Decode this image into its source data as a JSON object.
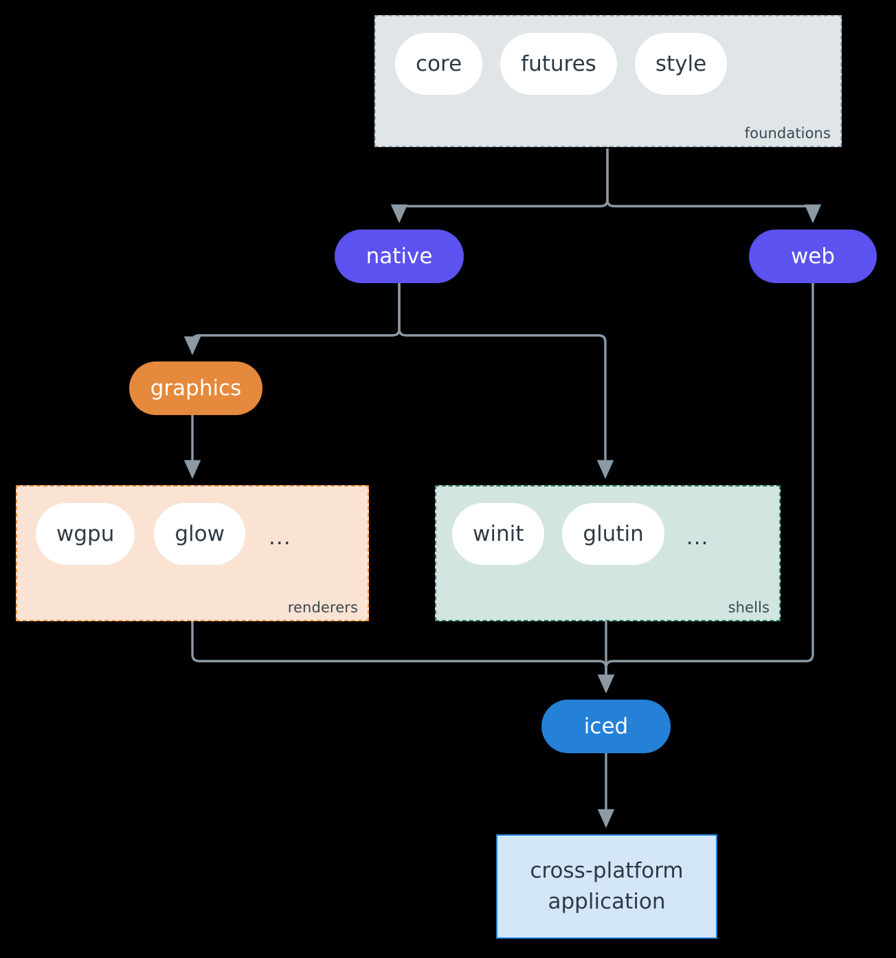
{
  "diagram": {
    "type": "architecture-flowchart",
    "background": "#000000",
    "edge_color": "#8c9aa6",
    "text_dark": "#2d3a45",
    "text_light": "#ffffff"
  },
  "groups": {
    "foundations": {
      "label": "foundations",
      "fill": "#e0e5e8",
      "border": "#9fb0bb",
      "items": [
        {
          "label": "core"
        },
        {
          "label": "futures"
        },
        {
          "label": "style"
        }
      ]
    },
    "renderers": {
      "label": "renderers",
      "fill": "#fae3d3",
      "border": "#ef8f3c",
      "items": [
        {
          "label": "wgpu"
        },
        {
          "label": "glow"
        }
      ],
      "ellipsis": "..."
    },
    "shells": {
      "label": "shells",
      "fill": "#d3e5e0",
      "border": "#2e8070",
      "items": [
        {
          "label": "winit"
        },
        {
          "label": "glutin"
        }
      ],
      "ellipsis": "..."
    }
  },
  "nodes": {
    "native": {
      "label": "native",
      "fill": "#5b52f0"
    },
    "web": {
      "label": "web",
      "fill": "#5b52f0"
    },
    "graphics": {
      "label": "graphics",
      "fill": "#e5893c"
    },
    "iced": {
      "label": "iced",
      "fill": "#2481d7"
    },
    "application": {
      "line1": "cross-platform",
      "line2": "application",
      "fill": "#d3e7f8",
      "border": "#2481d7"
    }
  },
  "edges": [
    {
      "from": "foundations",
      "to": "native"
    },
    {
      "from": "foundations",
      "to": "web"
    },
    {
      "from": "native",
      "to": "graphics"
    },
    {
      "from": "native",
      "to": "shells"
    },
    {
      "from": "graphics",
      "to": "renderers"
    },
    {
      "from": "renderers",
      "to": "iced"
    },
    {
      "from": "shells",
      "to": "iced"
    },
    {
      "from": "web",
      "to": "iced"
    },
    {
      "from": "iced",
      "to": "application"
    }
  ]
}
